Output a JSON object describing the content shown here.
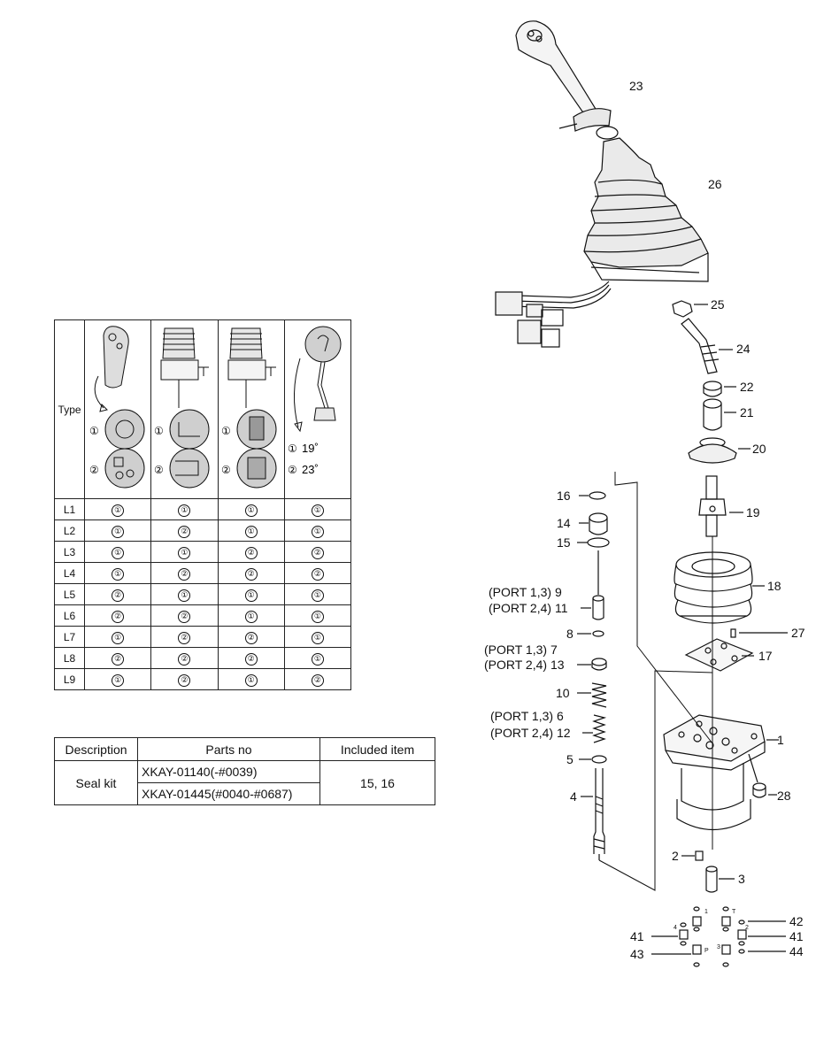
{
  "diagram": {
    "callouts": {
      "p1": "1",
      "p2": "2",
      "p3": "3",
      "p4": "4",
      "p5": "5",
      "p8": "8",
      "p10": "10",
      "p14": "14",
      "p15": "15",
      "p16": "16",
      "p17": "17",
      "p18": "18",
      "p19": "19",
      "p20": "20",
      "p21": "21",
      "p22": "22",
      "p23": "23",
      "p24": "24",
      "p25": "25",
      "p26": "26",
      "p27": "27",
      "p28": "28",
      "p41a": "41",
      "p41b": "41",
      "p42": "42",
      "p43": "43",
      "p44": "44",
      "port9": "(PORT 1,3) 9",
      "port11": "(PORT 2,4) 11",
      "port7": "(PORT 1,3)  7",
      "port13": "(PORT 2,4) 13",
      "port6": "(PORT 1,3) 6",
      "port12": "(PORT 2,4) 12",
      "port_n1": "1",
      "port_n2": "2",
      "port_n3": "3",
      "port_n4": "4",
      "port_nP": "P",
      "port_nT": "T"
    }
  },
  "type_table": {
    "header_label": "Type",
    "opt1": "①",
    "opt2": "②",
    "angle_1": "19˚",
    "angle_2": "23˚",
    "rows": [
      {
        "name": "L1",
        "c1": "①",
        "c2": "①",
        "c3": "①",
        "c4": "①"
      },
      {
        "name": "L2",
        "c1": "①",
        "c2": "②",
        "c3": "①",
        "c4": "①"
      },
      {
        "name": "L3",
        "c1": "①",
        "c2": "①",
        "c3": "②",
        "c4": "②"
      },
      {
        "name": "L4",
        "c1": "①",
        "c2": "②",
        "c3": "②",
        "c4": "②"
      },
      {
        "name": "L5",
        "c1": "②",
        "c2": "①",
        "c3": "①",
        "c4": "①"
      },
      {
        "name": "L6",
        "c1": "②",
        "c2": "②",
        "c3": "①",
        "c4": "①"
      },
      {
        "name": "L7",
        "c1": "①",
        "c2": "②",
        "c3": "②",
        "c4": "①"
      },
      {
        "name": "L8",
        "c1": "②",
        "c2": "②",
        "c3": "②",
        "c4": "①"
      },
      {
        "name": "L9",
        "c1": "①",
        "c2": "②",
        "c3": "①",
        "c4": "②"
      }
    ]
  },
  "seal_kit": {
    "headers": {
      "description": "Description",
      "parts_no": "Parts no",
      "included": "Included item"
    },
    "description": "Seal kit",
    "parts": [
      "XKAY-01140(-#0039)",
      "XKAY-01445(#0040-#0687)"
    ],
    "included": "15, 16"
  }
}
